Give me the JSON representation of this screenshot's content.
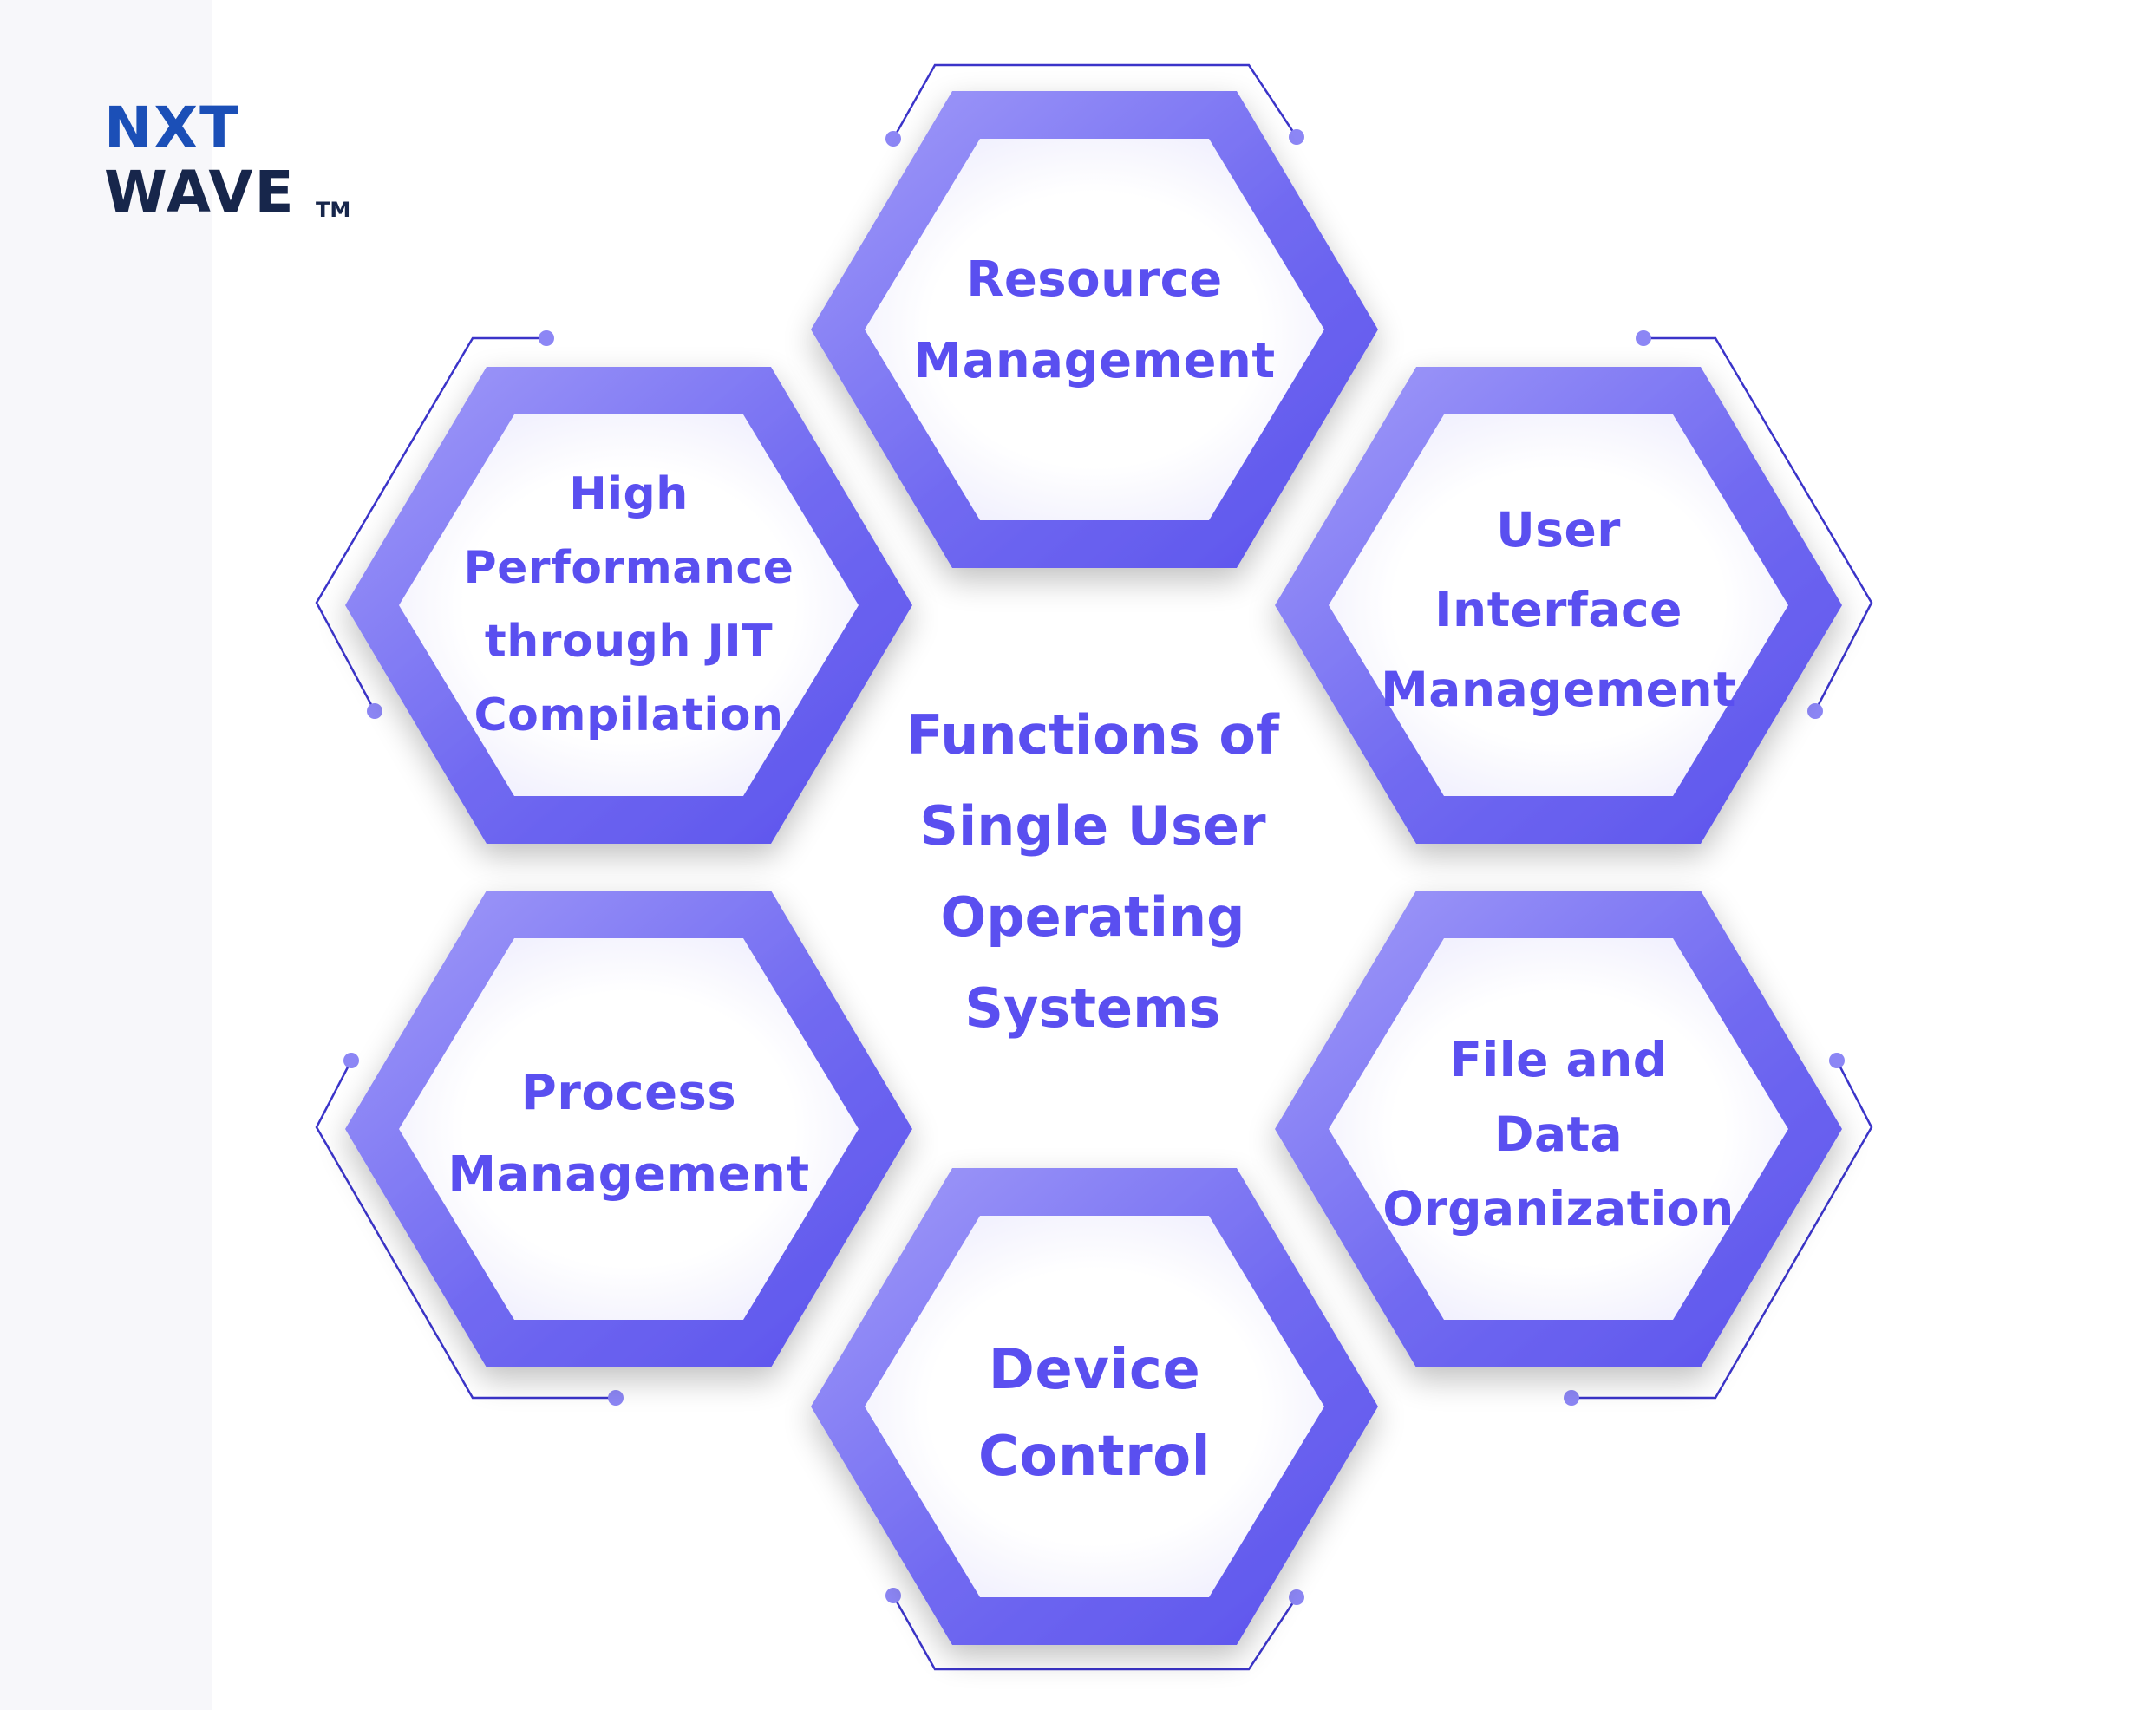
{
  "logo": {
    "line1": "NXT",
    "line2": "WAVE",
    "trademark": "TM"
  },
  "center_title": "Functions of\nSingle User\nOperating\nSystems",
  "items": [
    {
      "id": "resource",
      "label": "Resource\nManagement"
    },
    {
      "id": "user-interface",
      "label": "User\nInterface\nManagement"
    },
    {
      "id": "file-data",
      "label": "File and\nData\nOrganization"
    },
    {
      "id": "device",
      "label": "Device\nControl"
    },
    {
      "id": "process",
      "label": "Process\nManagement"
    },
    {
      "id": "performance",
      "label": "High\nPerformance\nthrough JIT\nCompilation"
    }
  ],
  "colors": {
    "hex_outer": "#6f66f0",
    "hex_outer_light": "#9e98f8",
    "hex_inner_fill": "#ffffff",
    "text": "#5a4ff0",
    "connector": "#3b34c9",
    "logo_blue": "#1b4fb7",
    "logo_dark": "#17264b"
  }
}
